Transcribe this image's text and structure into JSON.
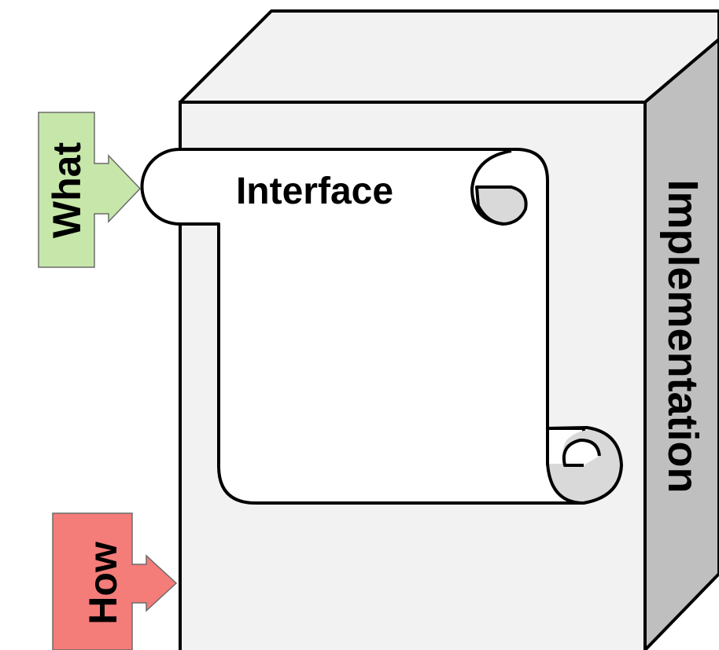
{
  "box": {
    "label": "Implementation"
  },
  "scroll": {
    "label": "Interface"
  },
  "arrows": {
    "what": {
      "label": "What",
      "color": "#c6e7a9"
    },
    "how": {
      "label": "How",
      "color": "#f47c79"
    }
  },
  "colors": {
    "front_face": "#f2f2f2",
    "top_face": "#f2f2f2",
    "side_face": "#bfbfbf",
    "scroll_paper": "#ffffff",
    "scroll_curl": "#d9d9d9",
    "outline": "#000000"
  }
}
